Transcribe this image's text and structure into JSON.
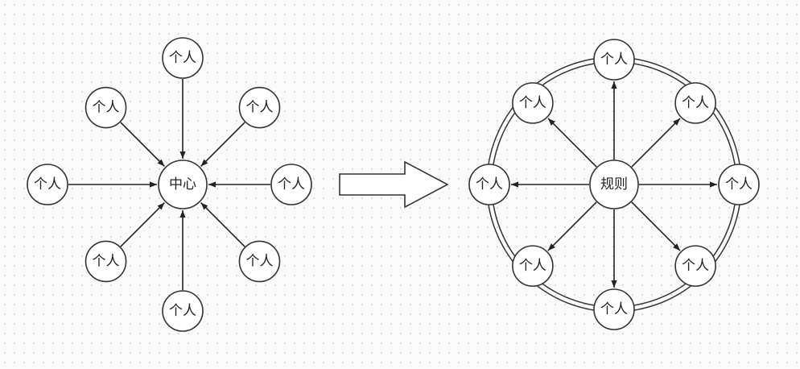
{
  "left_diagram": {
    "center_label": "中心",
    "peer_label": "个人",
    "peer_count": 8,
    "arrow_direction": "peers-to-center"
  },
  "transition": {
    "icon": "right-arrow-icon"
  },
  "right_diagram": {
    "center_label": "规则",
    "peer_label": "个人",
    "peer_count": 8,
    "arrow_direction": "center-to-peers",
    "ring": "double"
  }
}
